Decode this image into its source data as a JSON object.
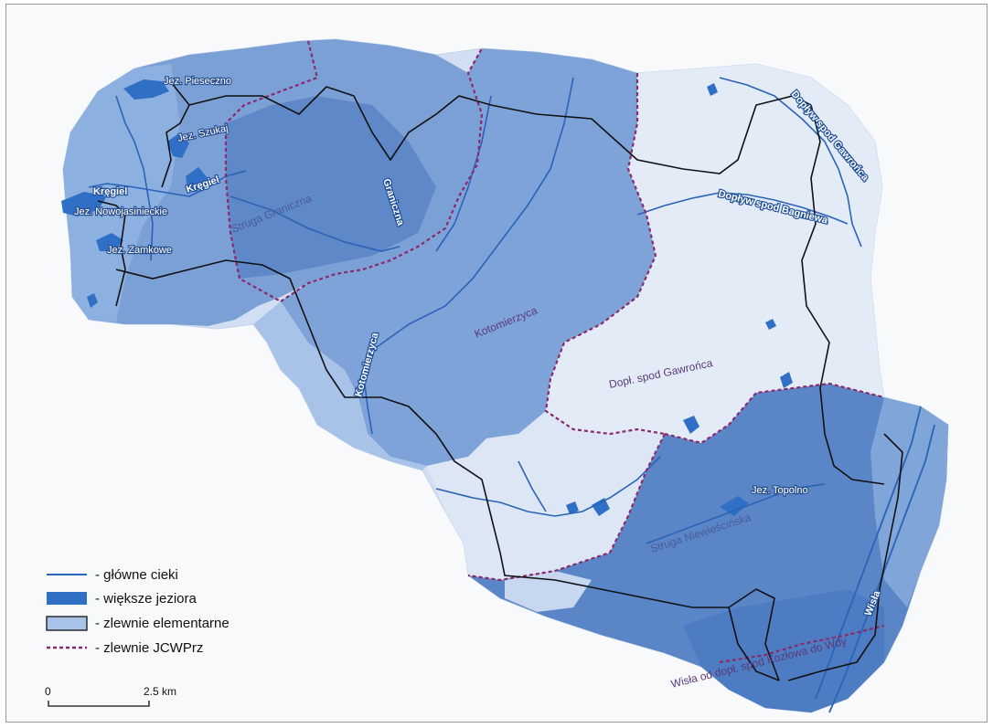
{
  "legend": {
    "items": [
      {
        "key": "rivers",
        "label": "- główne cieki"
      },
      {
        "key": "lakes",
        "label": "- większe jeziora"
      },
      {
        "key": "elementary",
        "label": "- zlewnie elementarne"
      },
      {
        "key": "jcwprz",
        "label": "- zlewnie JCWPrz"
      }
    ]
  },
  "scalebar": {
    "start": "0",
    "end": "2.5 km"
  },
  "lakes": {
    "pieseczno": "Jez. Pieseczno",
    "szukaj": "Jez. Szukaj",
    "nowojasinieckie": "Jez. Nowojasinieckie",
    "zamkowe": "Jez. Zamkowe",
    "topolno": "Jez. Topolno"
  },
  "rivers": {
    "kregiel_left": "Kręgiel",
    "kregiel_right": "Kręgiel",
    "graniczna": "Graniczna",
    "kotomierzyca_small": "Kotomierzyca",
    "doplyw_gawronica": "Dopływ spod Gawrońca",
    "doplyw_bagniewa": "Dopływ spod Bagniewa",
    "wisla": "Wisła"
  },
  "basins": {
    "struga_graniczna": "Struga Graniczna",
    "kotomierzyca": "Kotomierzyca",
    "dopl_gawronca": "Dopł. spod Gawrońca",
    "struga_niewiescinska": "Struga Niewieścińska",
    "wisla_wdy": "Wisła od dopł. spod Kozłowa do Wdy"
  },
  "colors": {
    "light_blue": "#c9d8ef",
    "medium_blue": "#8fb0dd",
    "dark_blue": "#5c87c8",
    "lake_blue": "#2f6fc6",
    "river_blue": "#2a63b7",
    "jcwprz_border": "#8b2a6b",
    "elementary_border": "#111111"
  }
}
